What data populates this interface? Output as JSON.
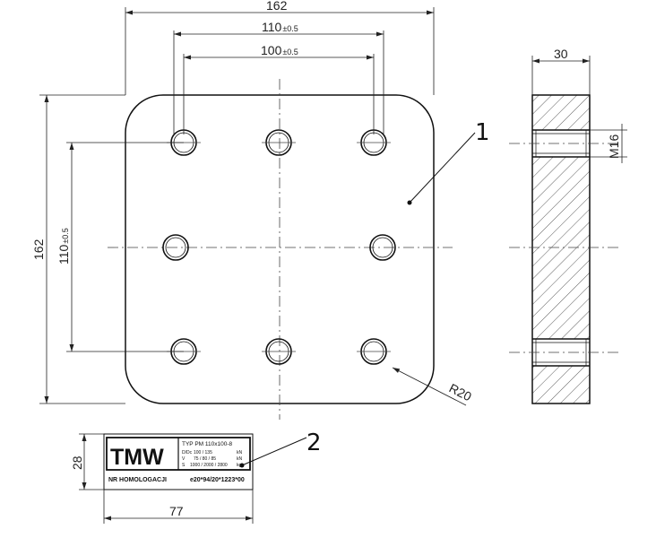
{
  "front_view": {
    "width_dim": "162",
    "height_dim": "162",
    "outer_hole_spacing": "110",
    "outer_hole_tol": "±0.5",
    "inner_hole_spacing": "100",
    "inner_hole_tol": "±0.5",
    "vertical_spacing": "110",
    "vertical_tol": "±0.5",
    "corner_radius": "R20",
    "item_number": "1"
  },
  "side_view": {
    "thickness_dim": "30",
    "thread_dim": "M16"
  },
  "nameplate": {
    "width_dim": "77",
    "height_dim": "28",
    "item_number": "2",
    "brand": "TMW",
    "type_line": "TYP PM 110x100-8",
    "row_d_label": "D/Dc",
    "row_d_values": "100 / 135",
    "row_d_unit": "kN",
    "row_v_label": "V",
    "row_v_values": "75 / 80 / 85",
    "row_v_unit": "kN",
    "row_s_label": "S",
    "row_s_values": "1000 / 2000 / 2800",
    "row_s_unit": "kg",
    "homologation": "NR HOMOLOGACJI",
    "code": "e20*94/20*1223*00"
  }
}
